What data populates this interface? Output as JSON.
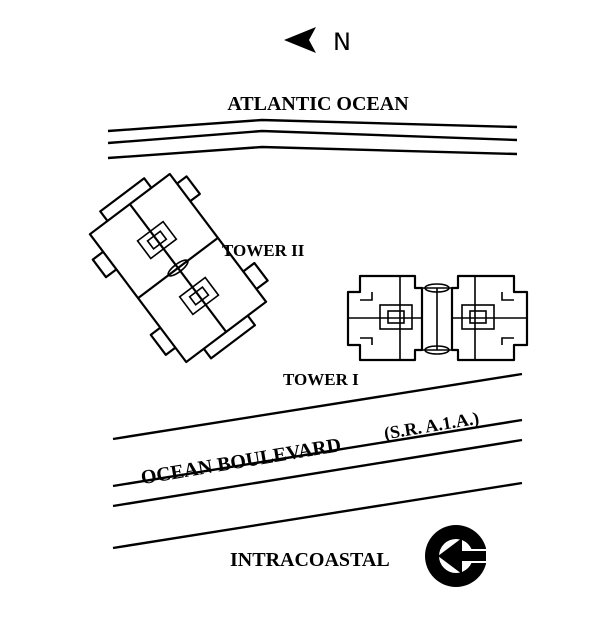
{
  "compass": {
    "letter": "N",
    "icon": "north-arrow-icon"
  },
  "labels": {
    "ocean": "ATLANTIC OCEAN",
    "tower2": "TOWER II",
    "tower1": "TOWER I",
    "road": "OCEAN BOULEVARD",
    "road_route": "(S.R. A.1.A.)",
    "intracoastal": "INTRACOASTAL"
  },
  "intracoastal_icon": "left-arrow-circle-icon",
  "colors": {
    "ink": "#000000",
    "background": "#ffffff"
  }
}
